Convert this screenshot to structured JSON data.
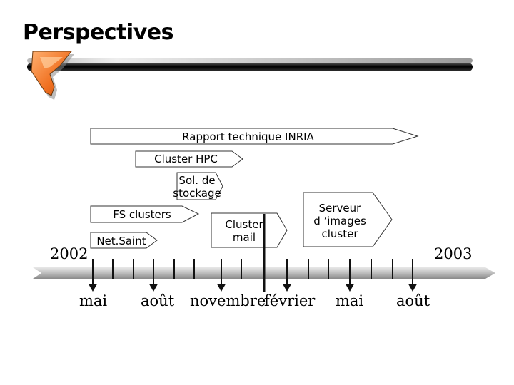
{
  "slide": {
    "title": "Perspectives"
  },
  "years": {
    "start": "2002",
    "end": "2003"
  },
  "months": [
    "mai",
    "août",
    "novembre",
    "février",
    "mai",
    "août"
  ],
  "activities": {
    "rapport": "Rapport technique INRIA",
    "cluster_hpc": "Cluster HPC",
    "sol_stockage": "Sol. de\nstockage",
    "fs_clusters": "FS clusters",
    "netsaint": "Net.Saint",
    "cluster_mail": "Cluster\nmail",
    "serveur_images": "Serveur\nd ’images\ncluster"
  },
  "colors": {
    "accent": "#f07020",
    "text": "#000000",
    "bar": "#1a1a1a"
  }
}
